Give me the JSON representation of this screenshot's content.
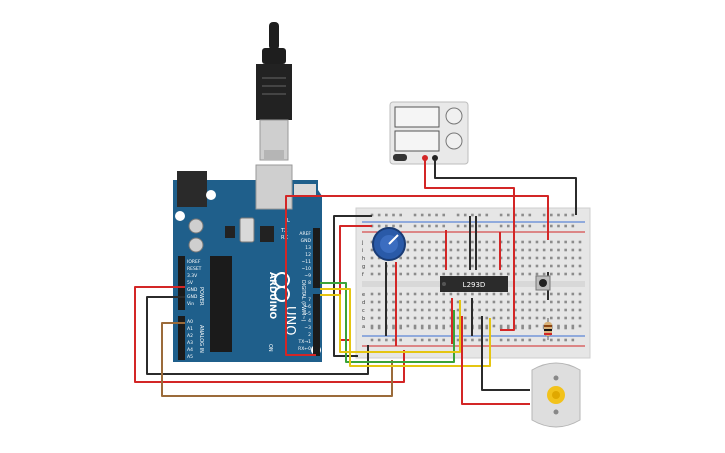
{
  "arduino": {
    "brand": "ARDUINO",
    "model": "UNO",
    "header_digital": "DIGITAL (PWM~)",
    "header_power": "POWER",
    "header_analog": "ANALOG IN",
    "power_pins": [
      "IOREF",
      "RESET",
      "3.3V",
      "5V",
      "GND",
      "GND",
      "Vin"
    ],
    "analog_pins": [
      "A0",
      "A1",
      "A2",
      "A3",
      "A4",
      "A5"
    ],
    "digital_pins_top": [
      "AREF",
      "GND",
      "13",
      "12",
      "~11",
      "~10",
      "~9",
      "8"
    ],
    "digital_pins_bottom": [
      "7",
      "~6",
      "~5",
      "4",
      "~3",
      "2",
      "TX→1",
      "RX←0"
    ],
    "on_label": "ON",
    "led_label": "L",
    "tx_label": "TX",
    "rx_label": "RX"
  },
  "chip": {
    "label": "L293D"
  },
  "breadboard": {
    "columns_count": 30,
    "row_letters_top": [
      "j",
      "i",
      "h",
      "g",
      "f"
    ],
    "row_letters_bottom": [
      "e",
      "d",
      "c",
      "b",
      "a"
    ]
  },
  "power_supply": {
    "knobs": 2
  },
  "motor": {
    "type": "dc-motor"
  },
  "colors": {
    "arduino_board": "#1f5f8b",
    "breadboard": "#e6e6e6",
    "wire_red": "#d32626",
    "wire_black": "#2b2b2b",
    "wire_green": "#3aa33a",
    "wire_yellow": "#e5c511",
    "wire_brown": "#9b6b3a",
    "pot_knob": "#2a5aa8",
    "chip": "#2b2b2b"
  }
}
